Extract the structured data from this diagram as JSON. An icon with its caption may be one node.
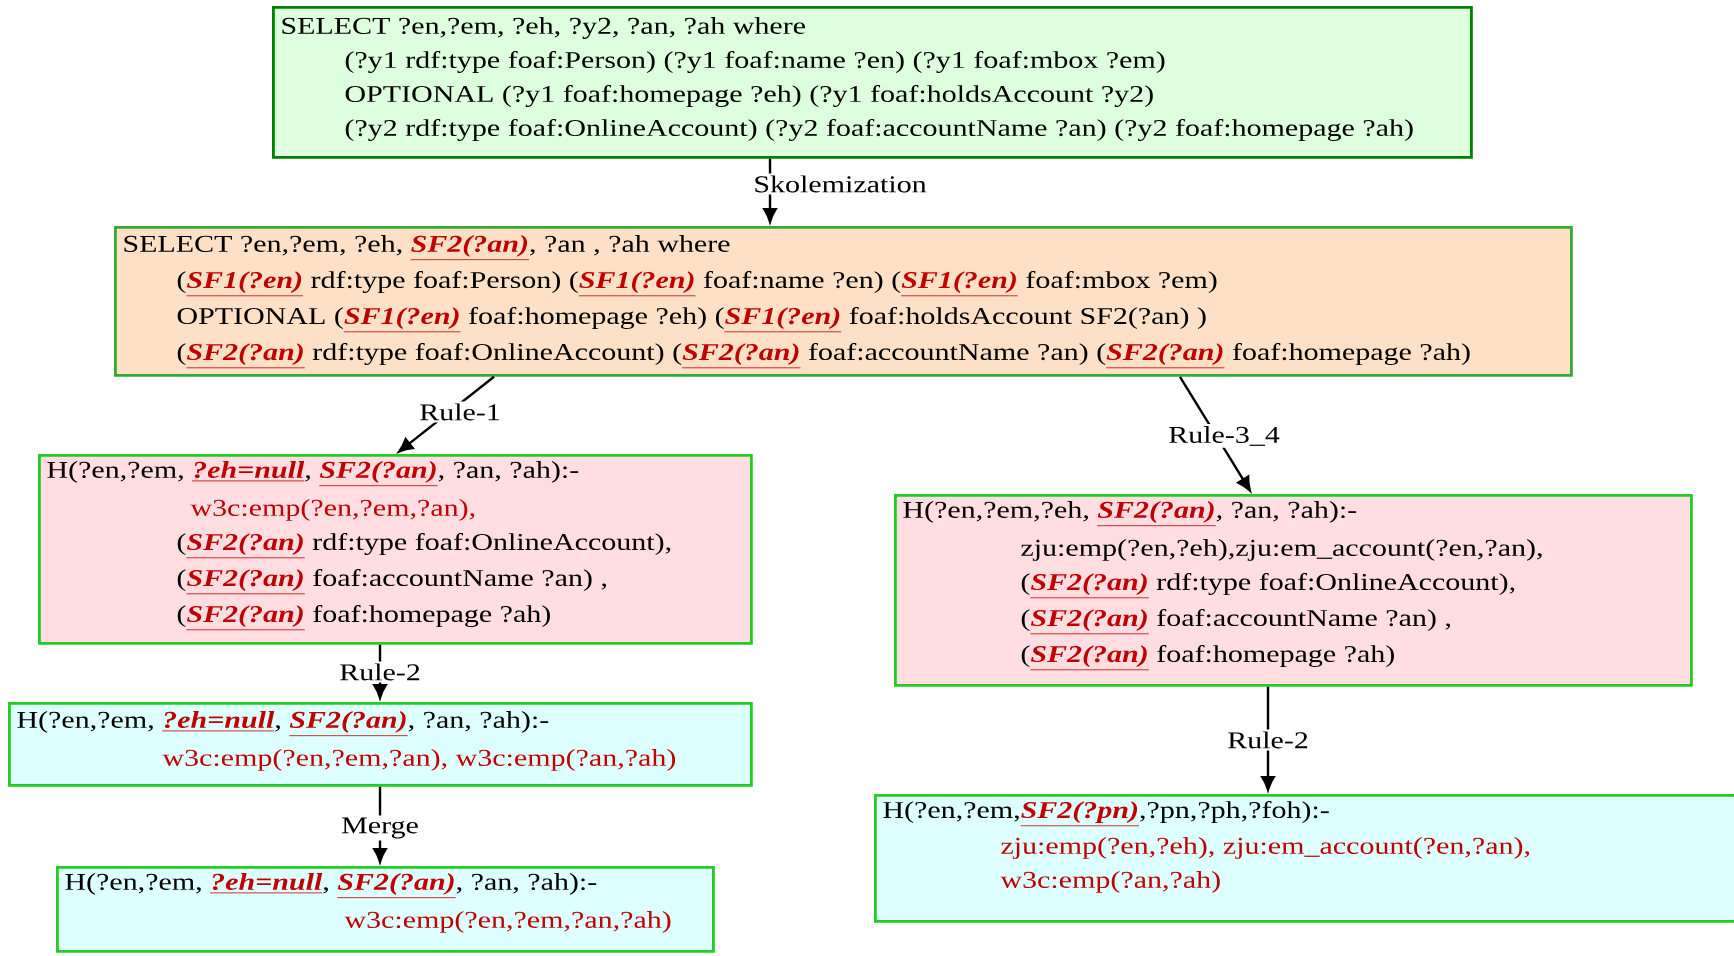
{
  "diagram": {
    "nodes": [
      {
        "text": [
          "SELECT ?en,?em, ?eh, ?y2, ?an, ?ah where",
          "(?y1 rdf:type foaf:Person) (?y1 foaf:name ?en) (?y1 foaf:mbox ?em)",
          "OPTIONAL (?y1 foaf:homepage ?eh) (?y1 foaf:holdsAccount ?y2)",
          "(?y2 rdf:type foaf:OnlineAccount) (?y2 foaf:accountName ?an) (?y2 foaf:homepage ?ah)"
        ]
      },
      {
        "text": [
          "SELECT ?en,?em, ?eh, *SF2(?an)*, ?an , ?ah where",
          "(*SF1(?en)* rdf:type foaf:Person) (*SF1(?en)* foaf:name ?en) (*SF1(?en)* foaf:mbox ?em)",
          "OPTIONAL (*SF1(?en)* foaf:homepage ?eh) (*SF1(?en)* foaf:holdsAccount SF2(?an) )",
          "(*SF2(?an)* rdf:type foaf:OnlineAccount) (*SF2(?an)* foaf:accountName ?an) (*SF2(?an)* foaf:homepage ?ah)"
        ]
      },
      {
        "text": [
          "H(?en,?em, *?eh=null*, *SF2(?an)*, ?an, ?ah):-",
          "w3c:emp(?en,?em,?an),",
          "(*SF2(?an)* rdf:type foaf:OnlineAccount),",
          "(*SF2(?an)* foaf:accountName ?an) ,",
          "(*SF2(?an)* foaf:homepage ?ah)"
        ]
      },
      {
        "text": [
          "H(?en,?em, *?eh=null*, *SF2(?an)*, ?an, ?ah):-",
          "w3c:emp(?en,?em,?an), w3c:emp(?an,?ah)"
        ]
      },
      {
        "text": [
          "H(?en,?em, *?eh=null*, *SF2(?an)*, ?an, ?ah):-",
          "w3c:emp(?en,?em,?an,?ah)"
        ]
      },
      {
        "text": [
          "H(?en,?em,?eh, *SF2(?an)*, ?an, ?ah):-",
          "zju:emp(?en,?eh),zju:em_account(?en,?an),",
          "(*SF2(?an)* rdf:type foaf:OnlineAccount),",
          "(*SF2(?an)* foaf:accountName ?an) ,",
          "(*SF2(?an)* foaf:homepage ?ah)"
        ]
      },
      {
        "text": [
          "H(?en,?em,*SF2(?pn)*,?pn,?ph,?foh):-",
          "zju:emp(?en,?eh), zju:em_account(?en,?an),",
          "w3c:emp(?an,?ah)"
        ]
      }
    ],
    "edges": [
      {
        "from": 0,
        "to": 1,
        "arrow": "to",
        "label": "Skolemization"
      },
      {
        "from": 1,
        "to": 2,
        "arrow": "to",
        "label": "Rule-1"
      },
      {
        "from": 1,
        "to": 5,
        "arrow": "to",
        "label": "Rule-3_4"
      },
      {
        "from": 2,
        "to": 3,
        "arrow": "to",
        "label": "Rule-2"
      },
      {
        "from": 3,
        "to": 4,
        "arrow": "to",
        "label": "Merge"
      },
      {
        "from": 5,
        "to": 6,
        "arrow": "to",
        "label": "Rule-2"
      }
    ]
  }
}
